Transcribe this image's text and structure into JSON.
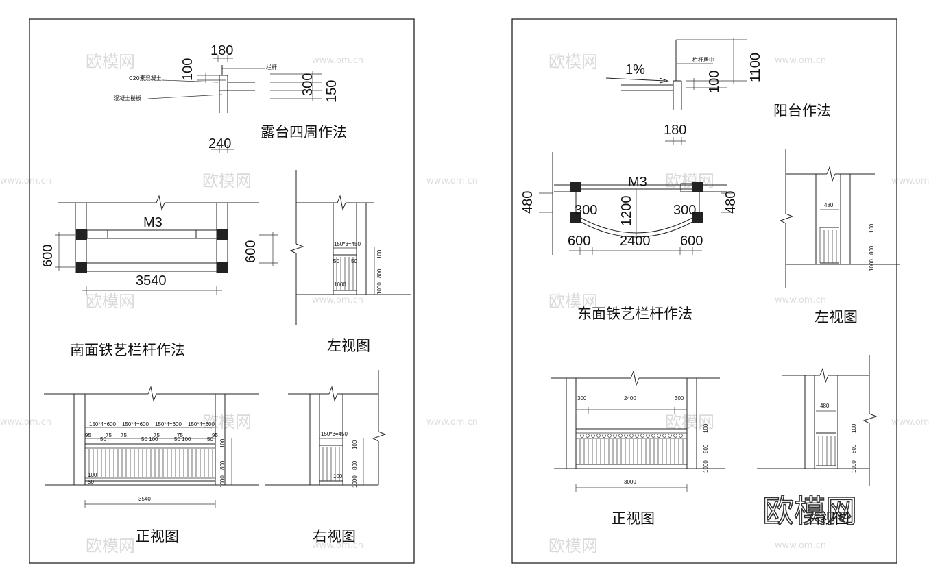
{
  "watermark": {
    "logo": "欧模网",
    "url": "www.om.cn"
  },
  "left_sheet": {
    "top_detail": {
      "title": "露台四周作法",
      "dims": {
        "top": "180",
        "a": "100",
        "b": "300",
        "c": "150",
        "bottom": "240"
      },
      "notes": {
        "railing": "栏杆",
        "concrete": "C20素混凝土",
        "slab": "混凝土楼板"
      }
    },
    "plan": {
      "title": "南面铁艺栏杆作法",
      "door": "M3",
      "width": "3540",
      "depth_left": "600",
      "depth_right": "600"
    },
    "left_view_1": {
      "title": "左视图",
      "spec": "150*3=450",
      "h1": "100",
      "h2": "800",
      "h3": "1000",
      "s1": "50",
      "s2": "50",
      "s3": "1000"
    },
    "front_view": {
      "title": "正视图",
      "width": "3540",
      "specs": [
        "150*4=600",
        "150*4=600",
        "150*4=600",
        "150*4=600"
      ],
      "small": [
        "95",
        "75",
        "75",
        "75",
        "75",
        "95",
        "50",
        "50",
        "50 100",
        "50 100",
        "100",
        "50"
      ],
      "h1": "100",
      "h2": "800",
      "h3": "1000"
    },
    "right_view": {
      "title": "右视图",
      "spec": "150*3=450",
      "h1": "100",
      "h2": "800",
      "h3": "1000",
      "s1": "100"
    }
  },
  "right_sheet": {
    "balcony": {
      "title": "阳台作法",
      "slope": "1%",
      "note": "栏杆居中",
      "dims": {
        "h": "1100",
        "a": "100",
        "w": "180"
      }
    },
    "plan": {
      "title": "东面铁艺栏杆作法",
      "door": "M3",
      "d1": "300",
      "d2": "1200",
      "d3": "300",
      "w1": "600",
      "w2": "2400",
      "w3": "600",
      "side_l": "480",
      "side_r": "480"
    },
    "left_view": {
      "title": "左视图",
      "width": "480",
      "h1": "100",
      "h2": "800",
      "h3": "1000"
    },
    "front_view": {
      "title": "正视图",
      "w1": "300",
      "w2": "2400",
      "w3": "300",
      "total": "3000",
      "h1": "100",
      "h2": "800",
      "h3": "1000"
    },
    "right_view": {
      "title": "右视图",
      "width": "480",
      "h1": "100",
      "h2": "800",
      "h3": "1000"
    }
  }
}
